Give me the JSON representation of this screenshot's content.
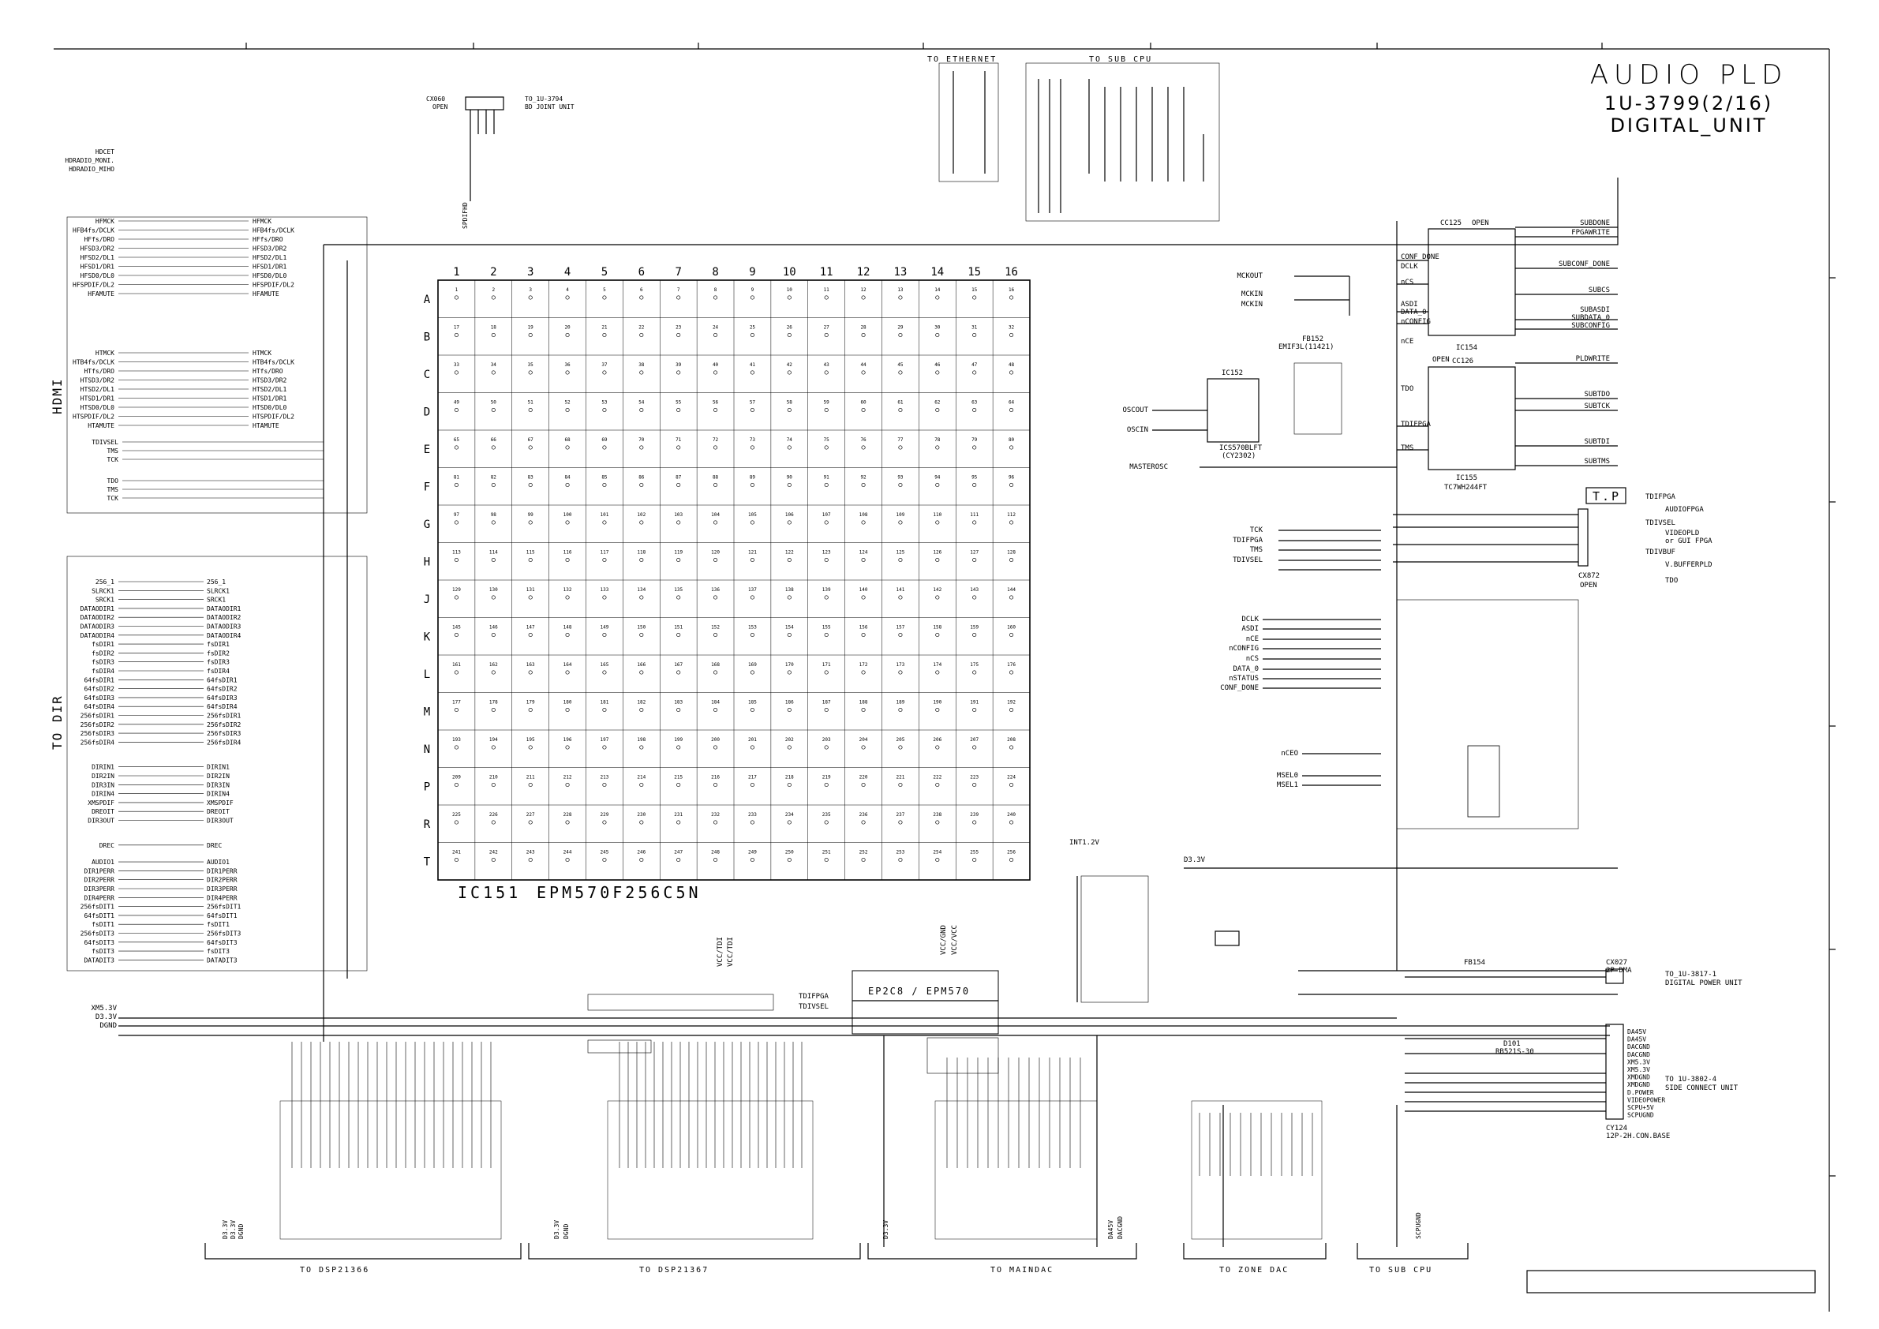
{
  "title": {
    "line1": "AUDIO PLD",
    "line2": "1U-3799(2/16)",
    "line3": "DIGITAL_UNIT"
  },
  "connectors_top": {
    "to_ethernet": "TO ETHERNET",
    "to_sub_cpu": "TO SUB CPU",
    "cx060": "CX060",
    "cx060_open": "OPEN",
    "to_1u": "TO_1U-3794",
    "bd_joint": "BD JOINT UNIT",
    "spdif": "SPDIFHD"
  },
  "hdmi_label": "HDMI",
  "dir_label": "TO DIR",
  "left_signals_top": [
    "HDCET",
    "HDRADIO_MONI.",
    "HDRADIO_MIHO"
  ],
  "hdmi_in": [
    "HFMCK",
    "HFB4fs/DCLK",
    "HFfs/DRO",
    "HFSD3/DR2",
    "HFSD2/DL1",
    "HFSD1/DR1",
    "HFSD0/DL0",
    "HFSPDIF/DL2",
    "HFAMUTE"
  ],
  "hdmi_out": [
    "HTMCK",
    "HTB4fs/DCLK",
    "HTfs/DRO",
    "HTSD3/DR2",
    "HTSD2/DL1",
    "HTSD1/DR1",
    "HTSD0/DL0",
    "HTSPDIF/DL2",
    "HTAMUTE"
  ],
  "jtag_left": [
    "TDIVSEL",
    "TMS",
    "TCK",
    "TDO",
    "TMS",
    "TCK"
  ],
  "dir_signals": [
    "256_1",
    "SLRCK1",
    "SRCK1",
    "DATAODIR1",
    "DATAODIR2",
    "DATAODIR3",
    "DATAODIR4",
    "fsDIR1",
    "fsDIR2",
    "fsDIR3",
    "fsDIR4",
    "64fsDIR1",
    "64fsDIR2",
    "64fsDIR3",
    "64fsDIR4",
    "256fsDIR1",
    "256fsDIR2",
    "256fsDIR3",
    "256fsDIR4",
    "DIRIN1",
    "DIR2IN",
    "DIR3IN",
    "DIRIN4",
    "XMSPDIF",
    "DREOIT",
    "DIR3OUT",
    "DREC",
    "AUDIO1",
    "DIR1PERR",
    "DIR2PERR",
    "DIR3PERR",
    "DIR4PERR",
    "256fsDIT1",
    "64fsDIT1",
    "fsDIT1",
    "256fsDIT3",
    "64fsDIT3",
    "fsDIT3",
    "DATADIT3"
  ],
  "power_left": [
    "XM5.3V",
    "D3.3V",
    "DGND"
  ],
  "ic151": {
    "name": "IC151",
    "part": "EPM570F256C5N",
    "columns": [
      "1",
      "2",
      "3",
      "4",
      "5",
      "6",
      "7",
      "8",
      "9",
      "10",
      "11",
      "12",
      "13",
      "14",
      "15",
      "16"
    ],
    "rows": [
      "A",
      "B",
      "C",
      "D",
      "E",
      "F",
      "G",
      "H",
      "J",
      "K",
      "L",
      "M",
      "N",
      "P",
      "R",
      "T"
    ]
  },
  "right_top": {
    "subdone": "SUBDONE",
    "fpgawrite": "FPGAWRITE",
    "subcs": "SUBCS",
    "subasdi": "SUBASDI",
    "subdata": "SUBDATA_0",
    "subconfig": "SUBCONFIG",
    "subconf_done": "SUBCONF_DONE",
    "plwrite": "PLDWRITE",
    "subtdo": "SUBTDO",
    "subtck": "SUBTCK",
    "subtdi": "SUBTDI",
    "subtms": "SUBTMS",
    "ic154": "IC154",
    "ic155": "IC155",
    "ic155_part": "TC7WH244FT",
    "cc125": "CC125",
    "cc126": "CC126",
    "open": "OPEN",
    "conf_done": "CONF_DONE",
    "dclk": "DCLK",
    "ncs": "nCS",
    "asdi": "ASDI",
    "data0": "DATA_0",
    "nconfig": "nCONFIG",
    "nce": "nCE",
    "tdo": "TDO",
    "tdifpga": "TDIFPGA",
    "tms": "TMS"
  },
  "osc": {
    "mckout": "MCKOUT",
    "mckin": "MCKIN",
    "mckin2": "MCKIN",
    "osciout": "OSCOUT",
    "oscin": "OSCIN",
    "masterosc": "MASTEROSC",
    "ic152": "IC152",
    "ic152_part": "ICS570BLFT",
    "ic152_alt": "(CY2302)",
    "fb152": "FB152",
    "fb152_part": "EMIF3L(11421)"
  },
  "tp": {
    "label": "T.P",
    "cx872": "CX872",
    "cx872_open": "OPEN",
    "tdifpga": "TDIFPGA",
    "audiofpga": "AUDIOFPGA",
    "tdivsel": "TDIVSEL",
    "videopld": "VIDEOPLD",
    "or_gui": "or GUI FPGA",
    "tdivbuf": "TDIVBUF",
    "vbufferpld": "V.BUFFERPLD",
    "tdo": "TDO"
  },
  "mid_right": {
    "tck": "TCK",
    "tdifpga": "TDIFPGA",
    "tms": "TMS",
    "tdivsel": "TDIVSEL",
    "dclk": "DCLK",
    "asdi": "ASDI",
    "nce": "nCE",
    "nconfig": "nCONFIG",
    "ncs": "nCS",
    "data0": "DATA_0",
    "nstatus": "nSTATUS",
    "conf_done": "CONF_DONE",
    "nceo": "nCEO",
    "msel0": "MSEL0",
    "msel1": "MSEL1"
  },
  "power_right": {
    "int12": "INT1.2V",
    "d33": "D3.3V",
    "cx027": "CX027",
    "cx027_pins": "2P-DMA",
    "to_1u_3817": "TO_1U-3817-1",
    "digital_power": "DIGITAL POWER UNIT",
    "fb154": "FB154",
    "d101": "D101",
    "d101_part": "RB521S-30",
    "cy124": "CY124",
    "cy124_part": "12P-2H.CON.BASE",
    "to_1u_3802": "TO 1U-3802-4",
    "side_connect": "SIDE CONNECT UNIT",
    "conn_pins": [
      "DA45V",
      "DA45V",
      "DACGND",
      "DACGND",
      "XM5.3V",
      "XM5.3V",
      "XMDGND",
      "XMDGND",
      "D.POWER",
      "VIDEOPOWER",
      "SCPU+5V",
      "SCPUGND"
    ]
  },
  "ep2c8": "EP2C8 / EPM570",
  "jtag_mid": [
    "VCC/TDI",
    "VCC/TDI"
  ],
  "mid_jtag_out": [
    "TDIFPGA",
    "TDIVSEL"
  ],
  "mid_vcc": [
    "VCC/GND",
    "VCC/VCC"
  ],
  "bottom_sections": [
    {
      "label": "TO DSP21366"
    },
    {
      "label": "TO DSP21367"
    },
    {
      "label": "TO MAINDAC"
    },
    {
      "label": "TO ZONE DAC"
    },
    {
      "label": "TO SUB CPU"
    }
  ],
  "bottom_power": [
    "D3.3V",
    "D3.3V",
    "DGND",
    "D3.3V",
    "DGND",
    "DA45V",
    "DACGND",
    "D3.3V",
    "SCPUGND"
  ],
  "ic151_row_grid_note": ""
}
